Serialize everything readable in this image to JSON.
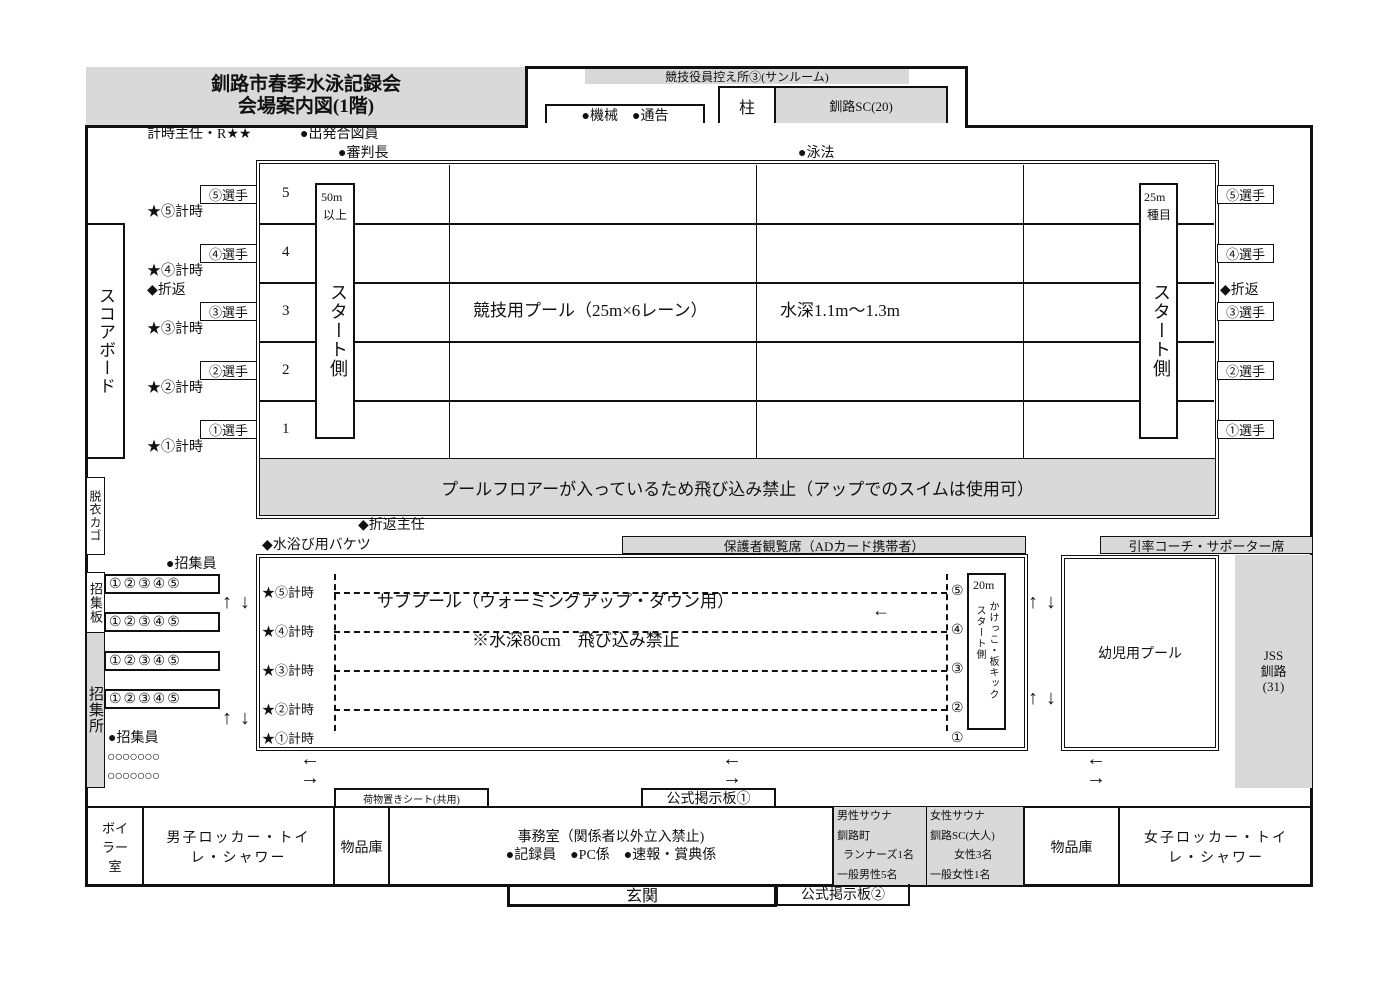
{
  "title": {
    "line1": "釧路市春季水泳記録会",
    "line2": "会場案内図(1階)"
  },
  "annex": {
    "officials_room": "競技役員控え所③(サンルーム)",
    "machine_announce": "●機械　●通告",
    "pillar": "柱",
    "club_seats": "釧路SC(20)"
  },
  "staff": {
    "timing_chief": "計時主任・R★★",
    "starter": "●出発合図員",
    "referee": "●審判長",
    "stroke_judge": "●泳法",
    "turn_chief": "◆折返主任",
    "bucket": "◆水浴び用バケツ"
  },
  "main_pool": {
    "lanes": [
      "5",
      "4",
      "3",
      "2",
      "1"
    ],
    "left_start_top": [
      "50m",
      "以上"
    ],
    "right_start_top": [
      "25m",
      "種目"
    ],
    "start_side": "スタート側",
    "name": "競技用プール（25m×6レーン）",
    "depth": "水深1.1m～1.3m",
    "banner": "プールフロアーが入っているため飛び込み禁止（アップでのスイムは使用可）"
  },
  "swimmers": [
    "⑤選手",
    "④選手",
    "③選手",
    "②選手",
    "①選手"
  ],
  "timers": [
    "★⑤計時",
    "★④計時",
    "★③計時",
    "★②計時",
    "★①計時"
  ],
  "turn": "◆折返",
  "scoreboard": "スコアボード",
  "basket": "脱衣カゴ",
  "seats": {
    "parents": "保護者観覧席（ADカード携帯者）",
    "coaches": "引率コーチ・サポーター席"
  },
  "sub_pool": {
    "title": "サブプール（ウォーミングアップ・ダウン用）",
    "direction": "←",
    "note": "※水深80cm　飛び込み禁止",
    "lane_marks": [
      "⑤",
      "④",
      "③",
      "②",
      "①"
    ],
    "box_top": "20m",
    "box_text1": "かけっこ・板キック",
    "box_text2": "スタート側"
  },
  "kids_pool": "幼児用プール",
  "jss": {
    "line1": "JSS",
    "line2": "釧路",
    "line3": "(31)"
  },
  "call": {
    "board": "招集板",
    "area": "招集所",
    "staff": "●招集員",
    "lane_row": "①②③④⑤",
    "seats": "○○○○○○○"
  },
  "arrows": {
    "up": "↑",
    "down": "↓",
    "left": "←",
    "right": "→"
  },
  "bottom": {
    "luggage": "荷物置きシート(共用)",
    "board1": "公式掲示板①",
    "boiler": "ボイラー室",
    "men_locker": "男子ロッカー・トイレ・シャワー",
    "storage": "物品庫",
    "office": "事務室（関係者以外立入禁止)",
    "office_staff": "●記録員　●PC係　●速報・賞典係",
    "men_sauna": [
      "男性サウナ",
      "釧路町",
      "ランナーズ1名",
      "一般男性5名"
    ],
    "women_sauna": [
      "女性サウナ",
      "釧路SC(大人)",
      "女性3名",
      "一般女性1名"
    ],
    "women_locker": "女子ロッカー・トイレ・シャワー",
    "entrance": "玄関",
    "board2": "公式掲示板②"
  }
}
